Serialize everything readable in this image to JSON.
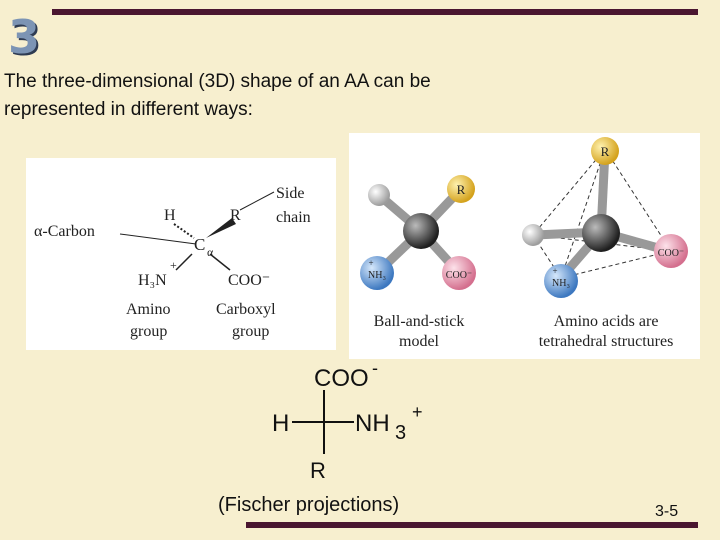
{
  "header": {
    "slide_number": "3"
  },
  "intro_line1": "The three-dimensional (3D) shape of an AA can be",
  "intro_line2": "represented in different ways:",
  "structure_diagram": {
    "alpha_carbon_label": "α-Carbon",
    "h_label": "H",
    "r_label": "R",
    "side_chain_line1": "Side",
    "side_chain_line2": "chain",
    "c_label": "C",
    "alpha_symbol": "α",
    "nh3_label": "H₃N",
    "nh3_charge": "+",
    "coo_label": "COO⁻",
    "amino_line1": "Amino",
    "amino_line2": "group",
    "carboxyl_line1": "Carboxyl",
    "carboxyl_line2": "group"
  },
  "models_panel": {
    "r_atom": "R",
    "nh3_atom": "NH₃",
    "nh3_charge": "+",
    "coo_atom": "COO⁻",
    "ball_stick_line1": "Ball-and-stick",
    "ball_stick_line2": "model",
    "tetra_line1": "Amino acids are",
    "tetra_line2": "tetrahedral structures"
  },
  "fischer": {
    "top": "COO",
    "top_charge": "-",
    "left": "H",
    "right": "NH",
    "right_sub": "3",
    "right_charge": "+",
    "bottom": "R"
  },
  "caption": "(Fischer projections)",
  "page_ref": "3-5",
  "colors": {
    "background": "#f7efcf",
    "bar": "#4a1630",
    "slide_number": "#7c94b4",
    "r_atom": "#e8c24a",
    "nh3_atom": "#6a9fd8",
    "coo_atom": "#e89ab0"
  }
}
